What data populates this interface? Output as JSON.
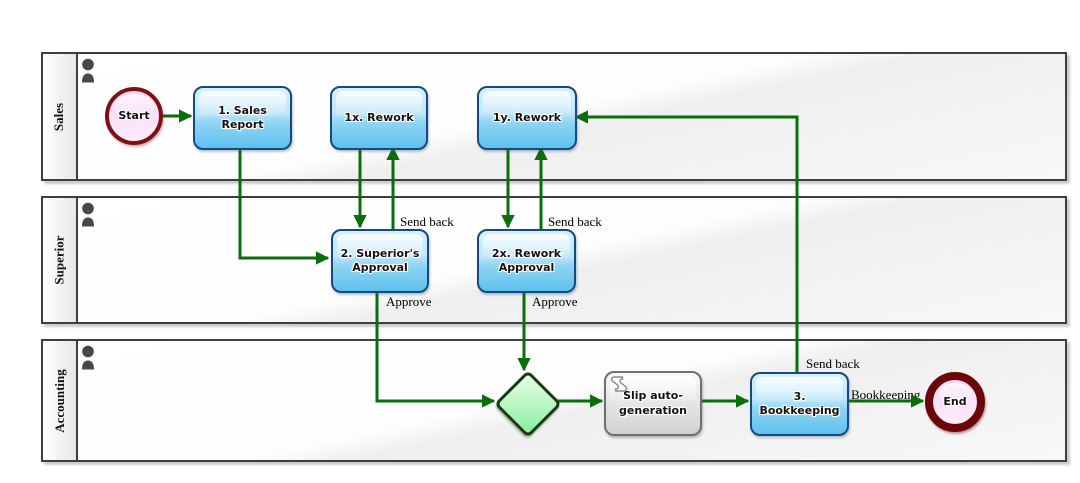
{
  "diagram": {
    "lanes": [
      {
        "label": "Sales"
      },
      {
        "label": "Superior"
      },
      {
        "label": "Accounting"
      }
    ],
    "nodes": {
      "start": {
        "label": "Start"
      },
      "sales_report": {
        "label": "1. Sales Report"
      },
      "rework_1x": {
        "label": "1x. Rework"
      },
      "rework_1y": {
        "label": "1y. Rework"
      },
      "superiors_approval": {
        "label": "2. Superior's Approval"
      },
      "rework_approval": {
        "label": "2x. Rework Approval"
      },
      "slip_auto_generation": {
        "label": "Slip auto-generation"
      },
      "bookkeeping": {
        "label": "3. Bookkeeping"
      },
      "end": {
        "label": "End"
      }
    },
    "edge_labels": {
      "superior_send_back": "Send back",
      "superior_approve": "Approve",
      "rework_send_back": "Send back",
      "rework_approve": "Approve",
      "bookkeeping_send_back": "Send back",
      "bookkeeping_to_end": "Bookkeeping"
    }
  },
  "colors": {
    "arrow": "#0a6e0a",
    "task-border": "#17497b",
    "task-fill-top": "#d6f1fd",
    "task-fill-bottom": "#5ec1ee",
    "event-start-border": "#7b1113",
    "event-end-border": "#6a0508",
    "event-fill-top": "#fad2f2",
    "event-fill-bottom": "#fdeafa",
    "gateway-border": "#1c3a12",
    "gateway-fill-top": "#e6fce7",
    "gateway-fill-bottom": "#85ef9e",
    "gray-task-border": "#6f6f6f",
    "gray-task-fill-top": "#f8f8f8",
    "gray-task-fill-bottom": "#d2d2d2",
    "lane-border": "#3f3f3f"
  }
}
